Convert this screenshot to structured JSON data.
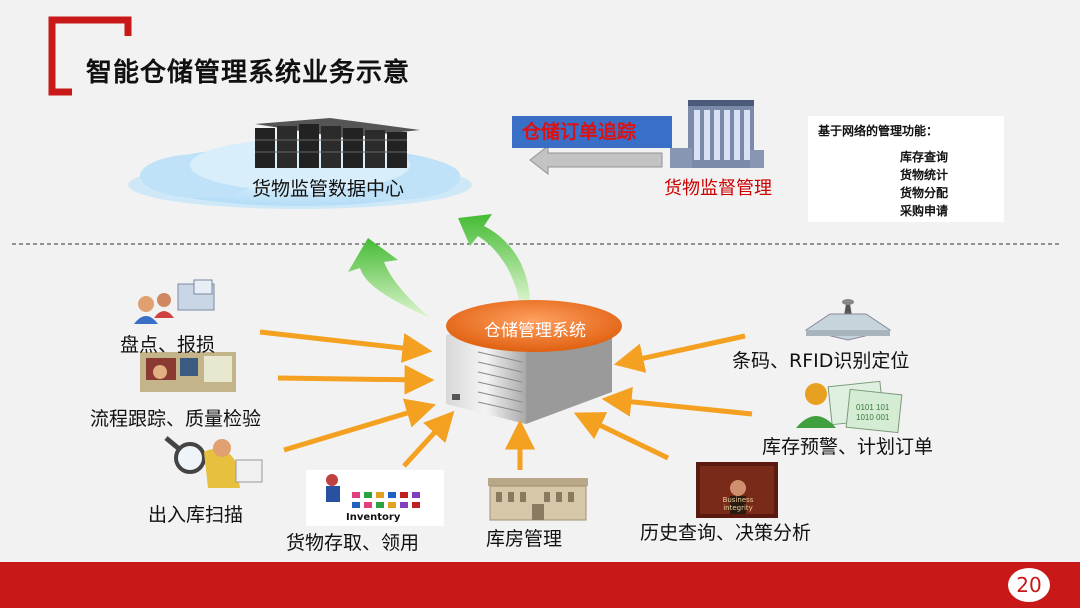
{
  "title": "智能仓储管理系统业务示意",
  "data_center_label": "货物监管数据中心",
  "order_tracking_label": "仓储订单追踪",
  "supervision_label": "货物监督管理",
  "functions_box": {
    "heading": "基于网络的管理功能：",
    "items": [
      "库存查询",
      "货物统计",
      "货物分配",
      "采购申请"
    ]
  },
  "center_system_label": "仓储管理系统",
  "left_items": [
    "盘点、报损",
    "流程跟踪、质量检验",
    "出入库扫描"
  ],
  "bottom_items": [
    "货物存取、领用",
    "库房管理",
    "历史查询、决策分析"
  ],
  "right_items": [
    "条码、RFID识别定位",
    "库存预警、计划订单"
  ],
  "inventory_caption": "Inventory",
  "business_caption": "Business integrity",
  "page_number": "20",
  "colors": {
    "accent_red": "#c81818",
    "arrow_orange": "#f4a020",
    "arrow_green": "#66cc44",
    "banner_blue": "#3a6fc8",
    "ellipse_orange": "#e87020"
  }
}
